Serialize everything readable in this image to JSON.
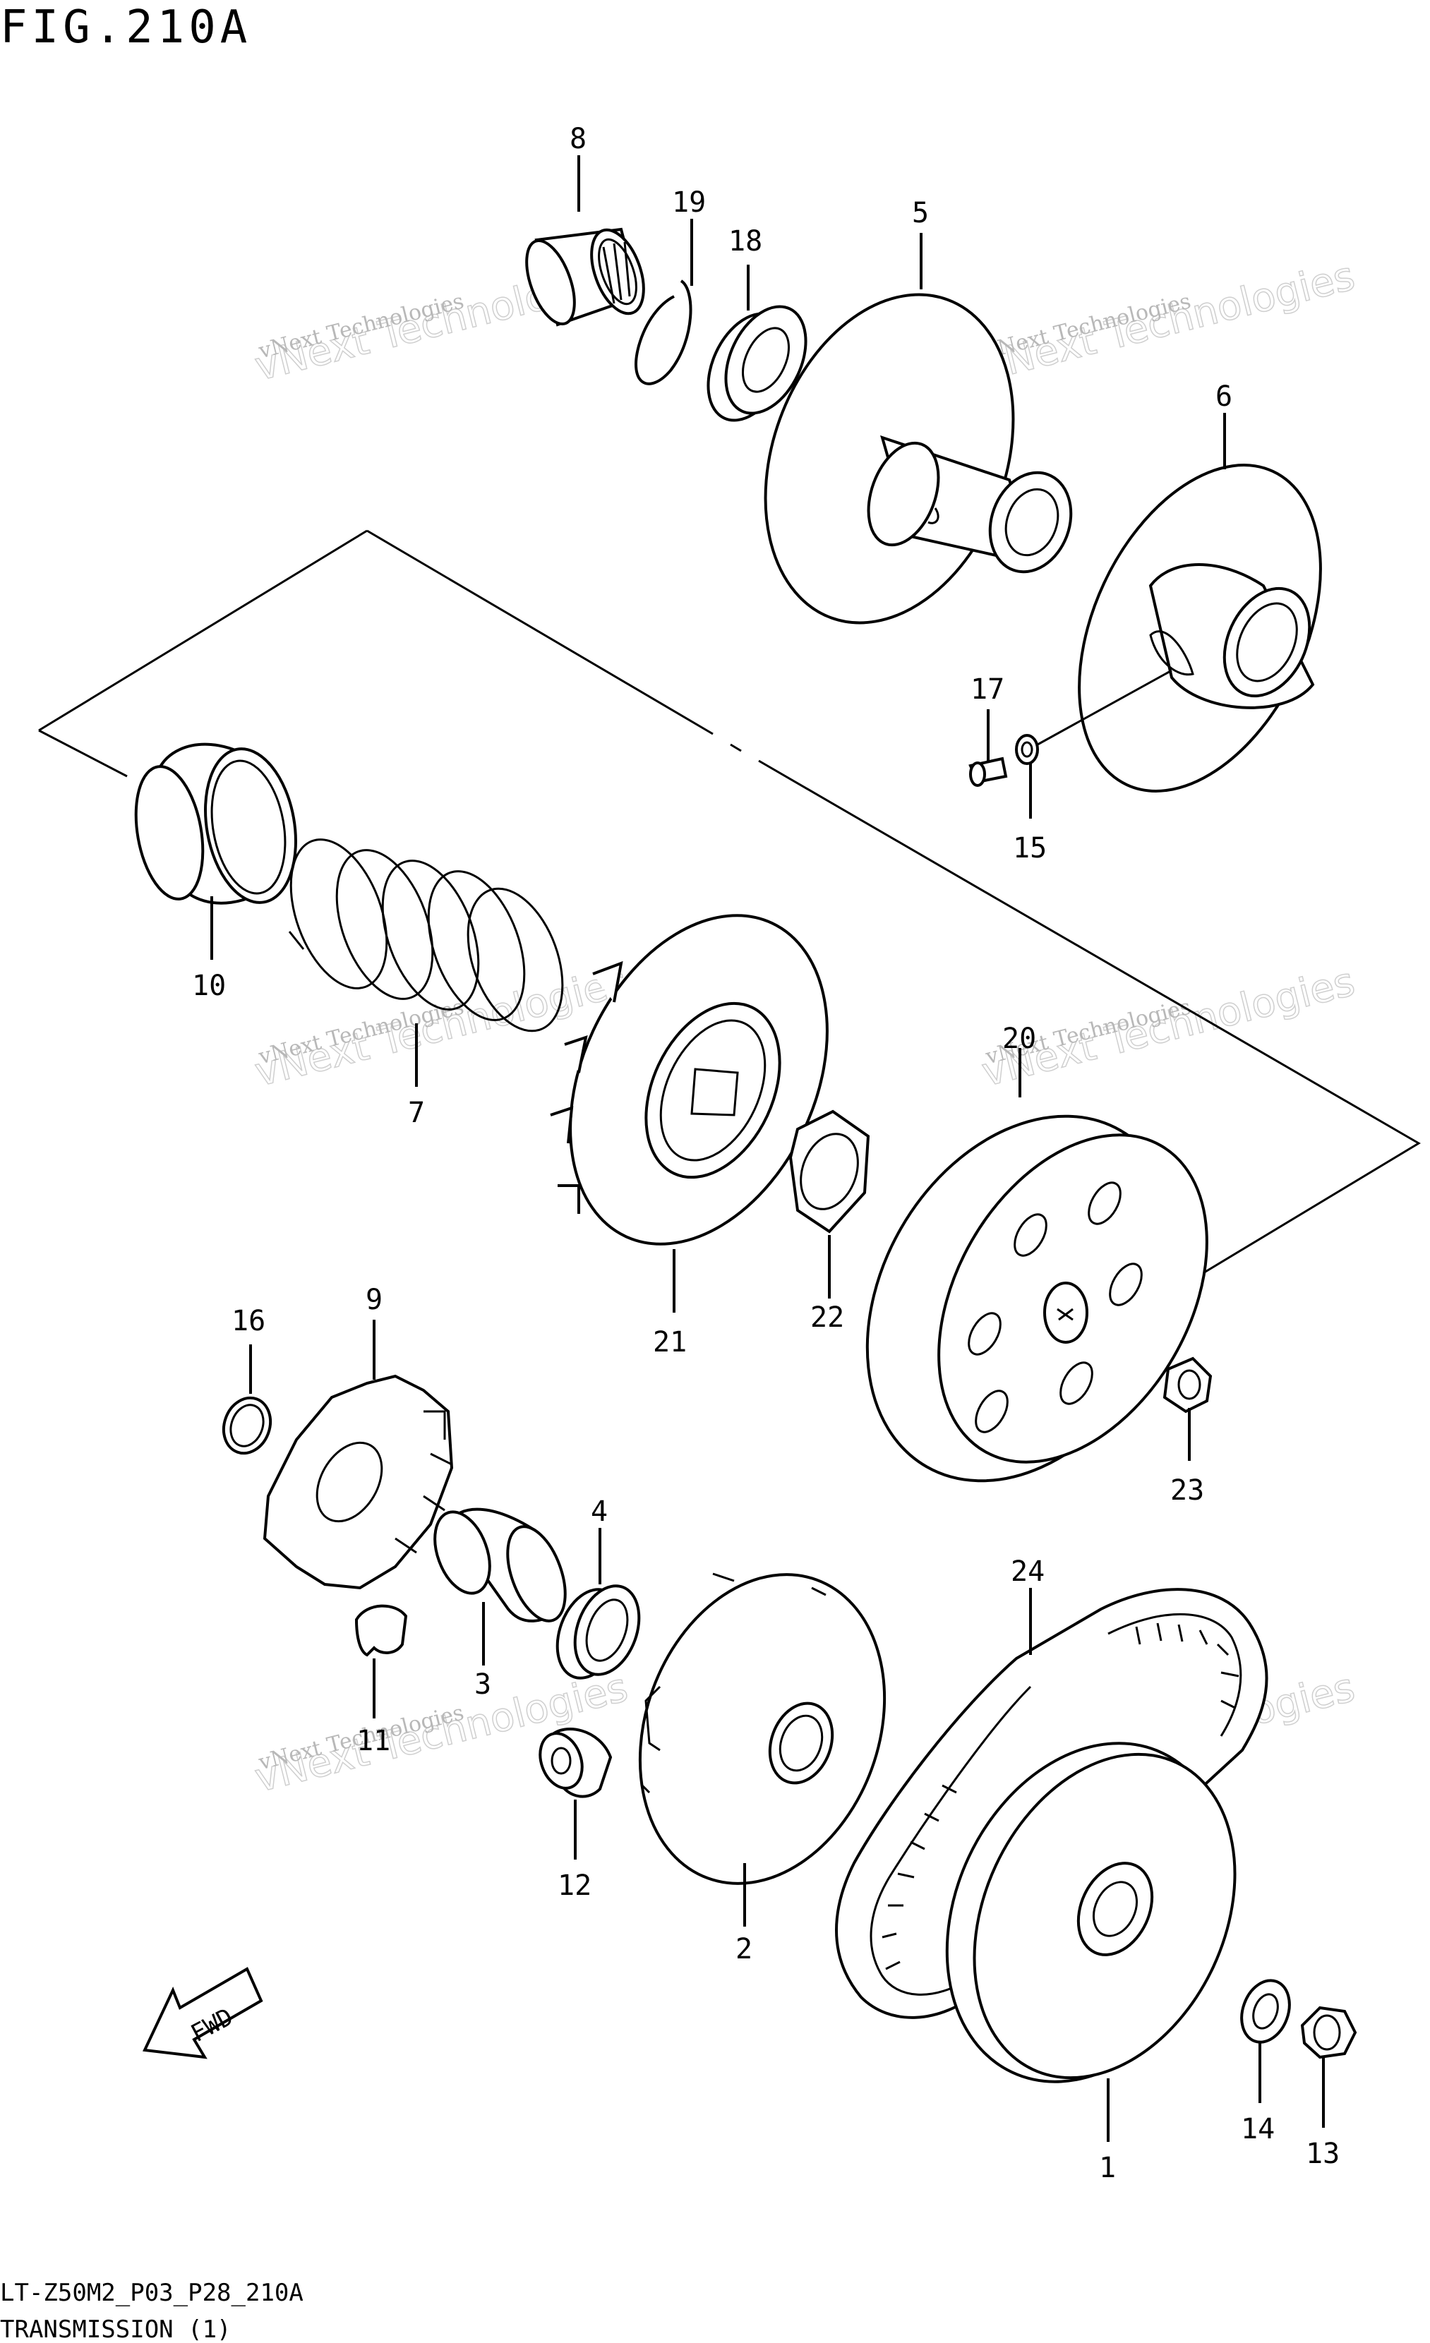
{
  "header": {
    "figure_label": "FIG.210A"
  },
  "footer": {
    "model_code": "LT-Z50M2_P03_P28_210A",
    "section_title": "TRANSMISSION (1)"
  },
  "watermark": {
    "line1": "vNext Technologies",
    "line2": "vNext Technologies"
  },
  "fwd_badge": {
    "text": "FWD"
  },
  "callouts": [
    {
      "id": "c8",
      "text": "8"
    },
    {
      "id": "c19",
      "text": "19"
    },
    {
      "id": "c18",
      "text": "18"
    },
    {
      "id": "c5",
      "text": "5"
    },
    {
      "id": "c6",
      "text": "6"
    },
    {
      "id": "c17",
      "text": "17"
    },
    {
      "id": "c15",
      "text": "15"
    },
    {
      "id": "c10",
      "text": "10"
    },
    {
      "id": "c7",
      "text": "7"
    },
    {
      "id": "c20",
      "text": "20"
    },
    {
      "id": "c21",
      "text": "21"
    },
    {
      "id": "c22",
      "text": "22"
    },
    {
      "id": "c16",
      "text": "16"
    },
    {
      "id": "c9",
      "text": "9"
    },
    {
      "id": "c23",
      "text": "23"
    },
    {
      "id": "c4",
      "text": "4"
    },
    {
      "id": "c24",
      "text": "24"
    },
    {
      "id": "c3",
      "text": "3"
    },
    {
      "id": "c11",
      "text": "11"
    },
    {
      "id": "c12",
      "text": "12"
    },
    {
      "id": "c2",
      "text": "2"
    },
    {
      "id": "c14",
      "text": "14"
    },
    {
      "id": "c13",
      "text": "13"
    },
    {
      "id": "c1",
      "text": "1"
    }
  ]
}
